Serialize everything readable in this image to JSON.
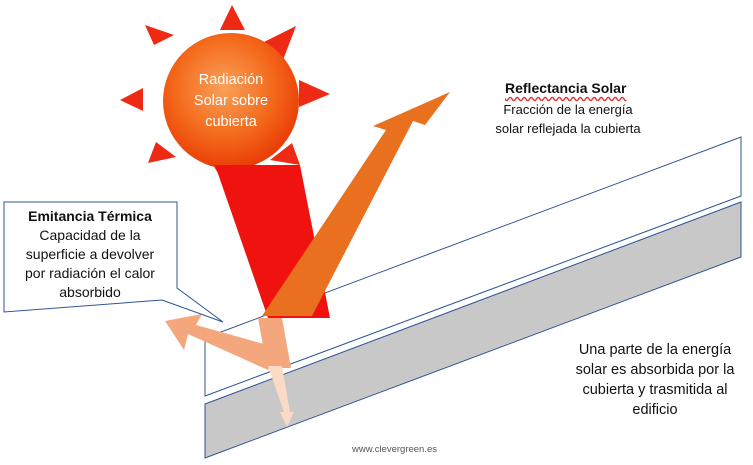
{
  "sun": {
    "label_lines": [
      "Radiación",
      "Solar sobre",
      "cubierta"
    ]
  },
  "reflectance": {
    "title": "Reflectancia Solar",
    "description_lines": [
      "Fracción de la energía",
      "solar reflejada la cubierta"
    ]
  },
  "emittance": {
    "title": "Emitancia Térmica",
    "description_lines": [
      "Capacidad de la",
      "superficie a devolver",
      "por radiación el calor",
      "absorbido"
    ]
  },
  "absorption": {
    "description_lines": [
      "Una parte de la energía",
      "solar es absorbida por la",
      "cubierta y trasmitida al",
      "edificio"
    ]
  },
  "footer": {
    "website": "www.clevergreen.es"
  },
  "colors": {
    "sun_outer": "#ee4a0a",
    "sun_inner": "#f9a15a",
    "ray_red": "#f0120f",
    "ray_orange": "#e8701f",
    "emit_peach": "#f4a67d",
    "transmitted": "#fbdac6",
    "roof_gray": "#c8c8c8",
    "roof_edge": "#2f5496"
  }
}
